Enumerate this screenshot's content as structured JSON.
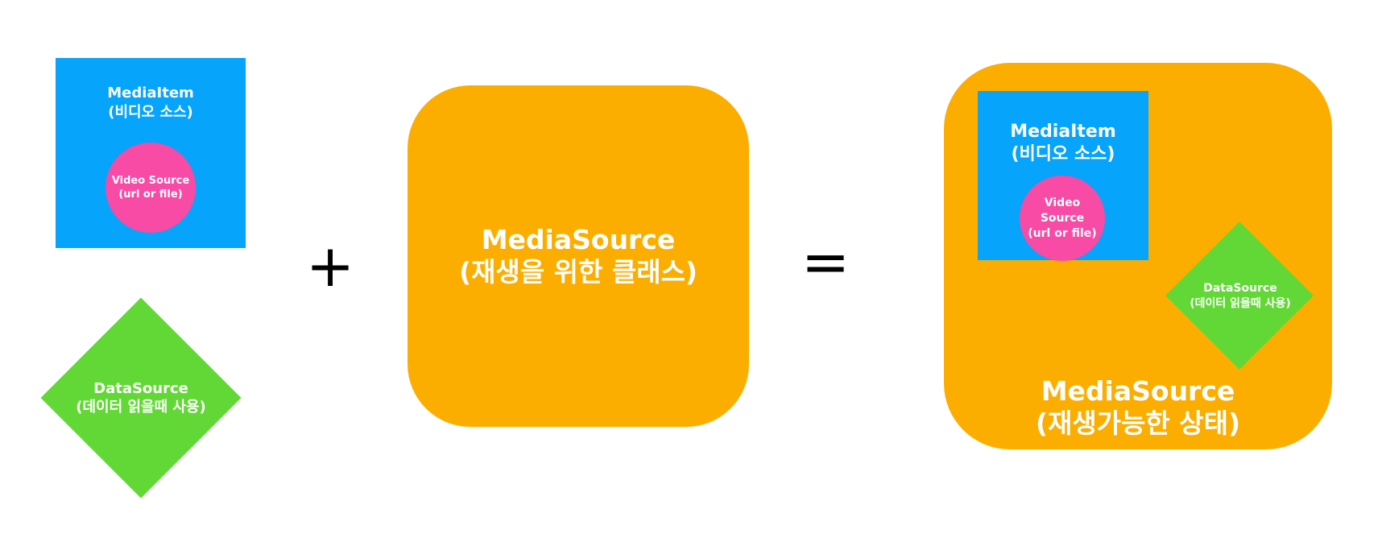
{
  "left": {
    "media_item": {
      "title": "MediaItem",
      "subtitle": "(비디오 소스)"
    },
    "video_source": {
      "line1": "Video Source",
      "line2": "(url or file)"
    },
    "data_source": {
      "line1": "DataSource",
      "line2": "(데이터 읽을때 사용)"
    }
  },
  "operators": {
    "plus": "+",
    "equals": "="
  },
  "middle": {
    "media_source": {
      "title": "MediaSource",
      "subtitle": "(재생을 위한 클래스)"
    }
  },
  "right": {
    "media_item": {
      "title": "MediaItem",
      "subtitle": "(비디오 소스)"
    },
    "video_source": {
      "line1": "Video",
      "line2": "Source",
      "line3": "(url or file)"
    },
    "data_source": {
      "line1": "DataSource",
      "line2": "(데이터 읽을때 사용)"
    },
    "media_source": {
      "title": "MediaSource",
      "subtitle": "(재생가능한 상태)"
    }
  },
  "colors": {
    "media_item": "#06a4fb",
    "video_source": "#f74ba6",
    "data_source": "#61d835",
    "media_source": "#fcae00"
  }
}
